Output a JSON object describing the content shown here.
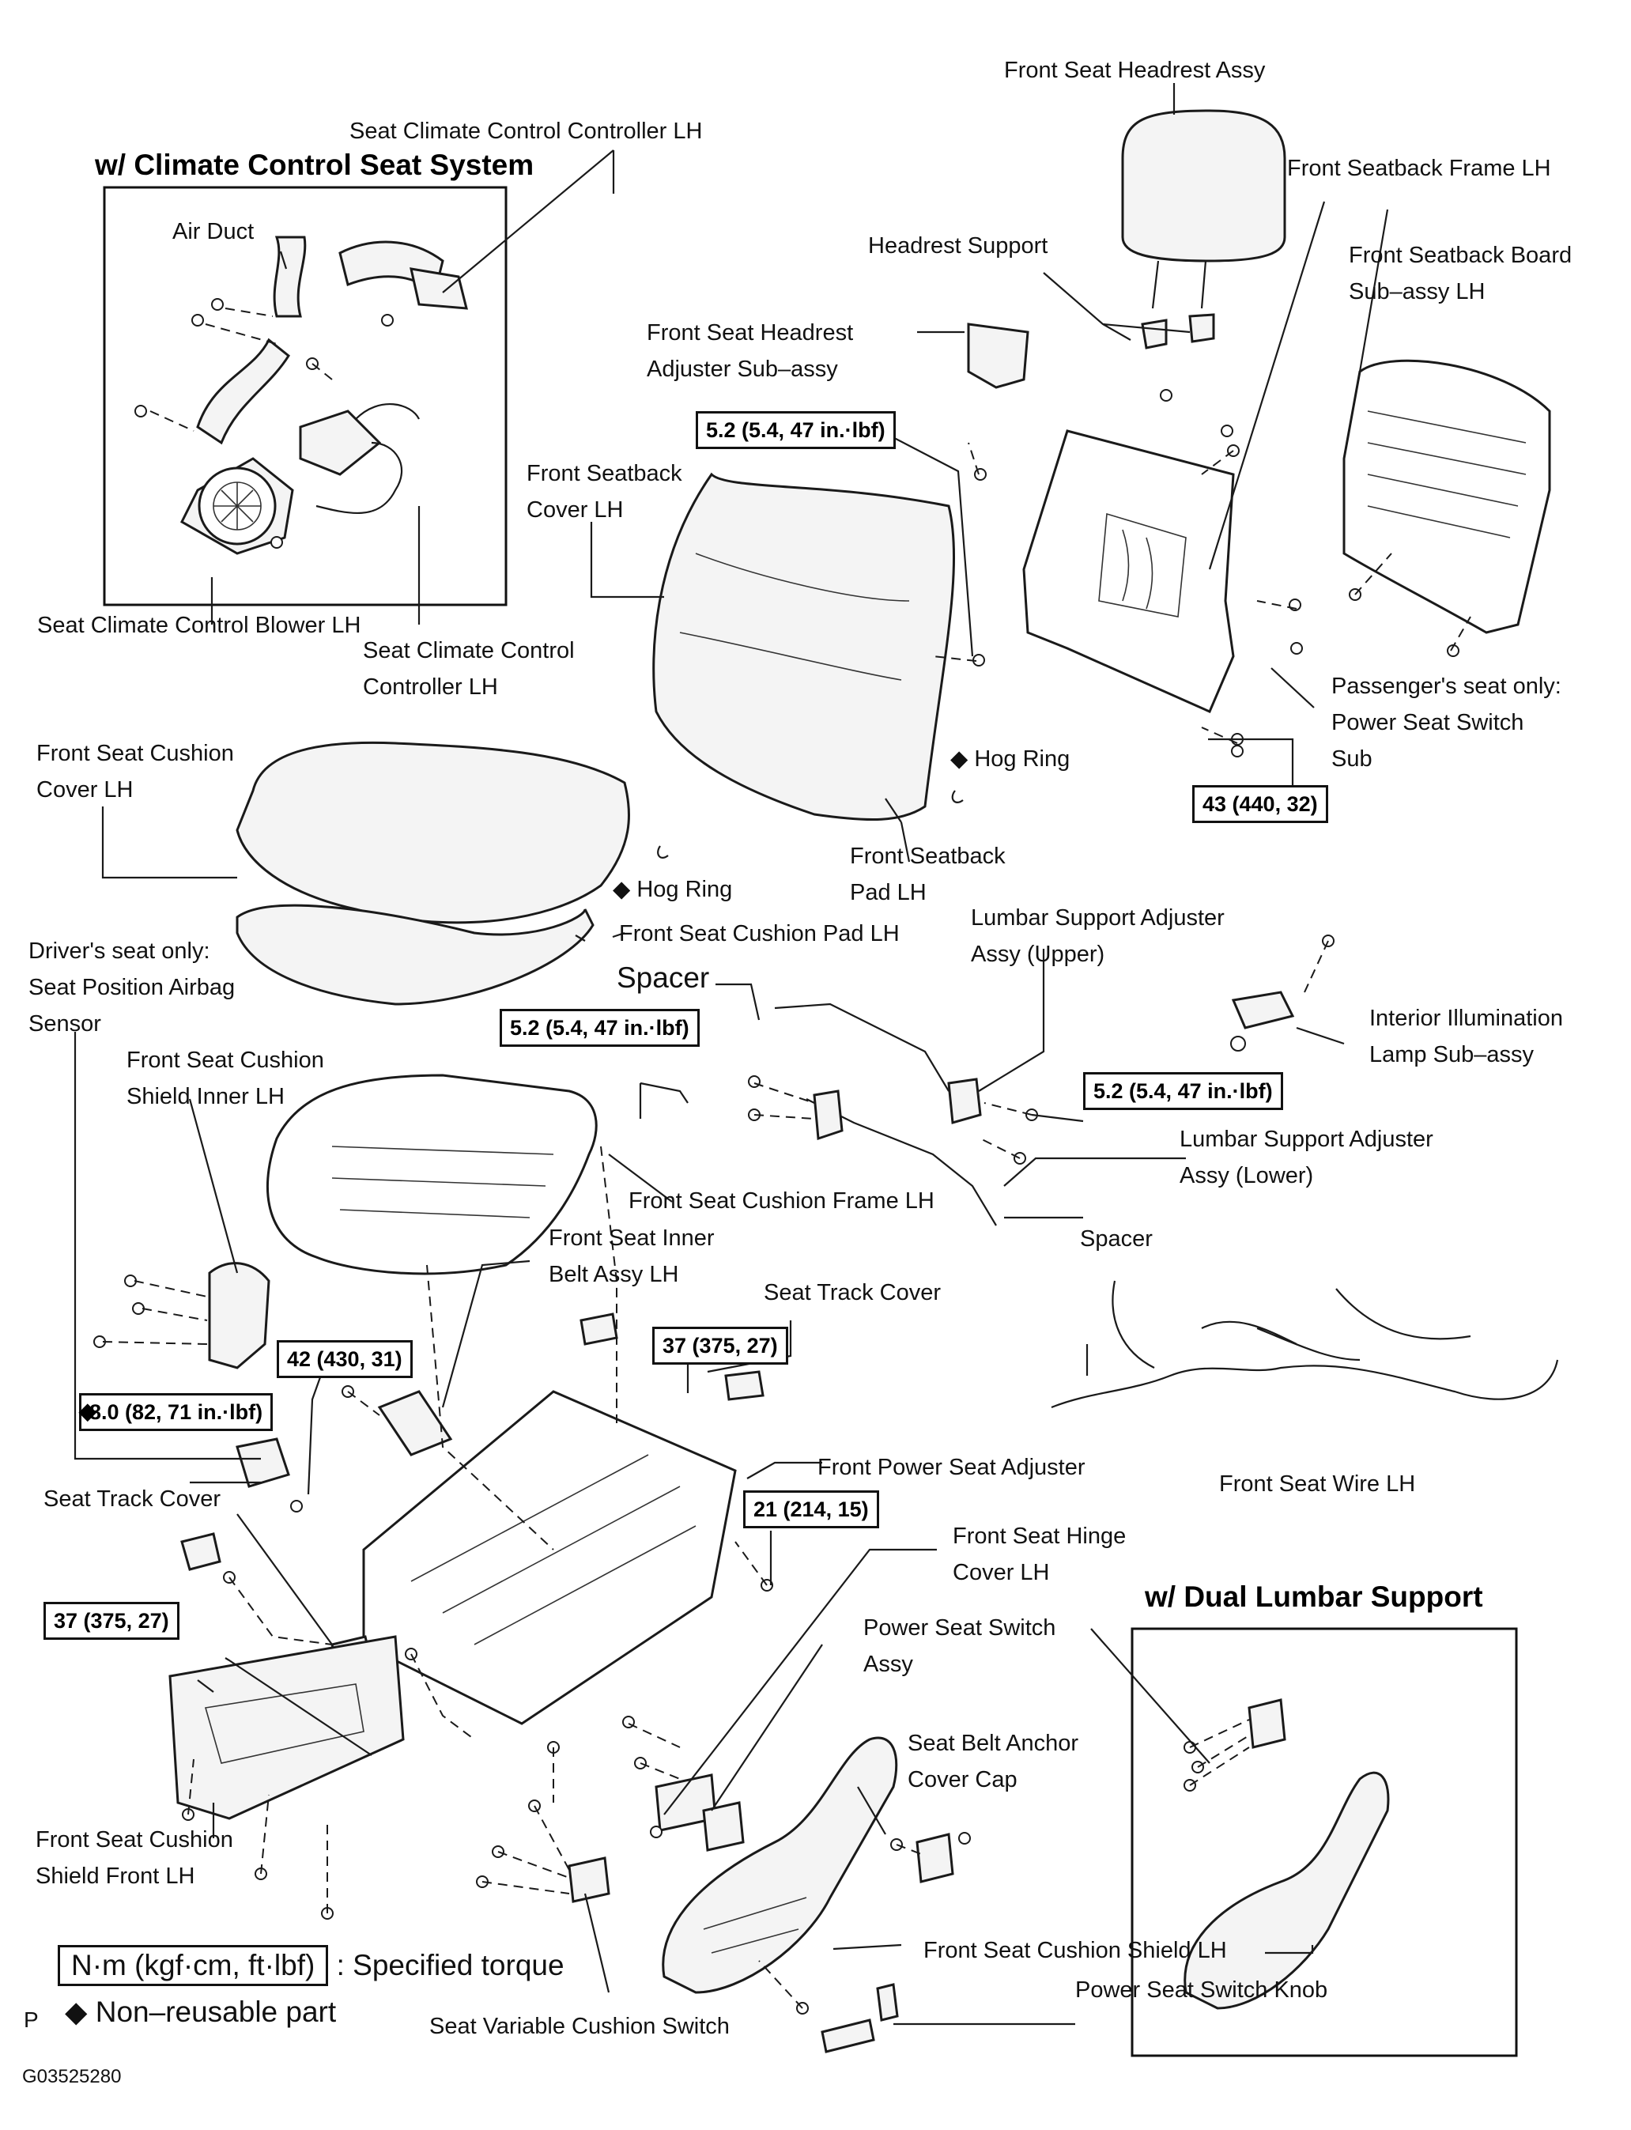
{
  "headings": {
    "climate_control": "w/ Climate Control Seat System",
    "dual_lumbar": "w/ Dual Lumbar Support"
  },
  "labels": {
    "front_seat_headrest_assy": "Front Seat Headrest Assy",
    "seat_climate_control_controller_lh_top": "Seat Climate Control Controller LH",
    "front_seatback_frame_lh": "Front Seatback Frame LH",
    "air_duct": "Air Duct",
    "headrest_support": "Headrest Support",
    "front_seatback_board": "Front Seatback Board\nSub–assy LH",
    "front_seat_headrest_adjuster": "Front Seat Headrest\nAdjuster Sub–assy",
    "front_seatback_cover_lh": "Front Seatback\nCover LH",
    "seat_climate_control_blower_lh": "Seat Climate Control Blower LH",
    "seat_climate_control_controller_lh_bottom": "Seat Climate Control\nController LH",
    "passenger_seat_only": "Passenger's seat only:\nPower Seat Switch\nSub",
    "front_seat_cushion_cover_lh": "Front Seat Cushion\nCover LH",
    "hog_ring_upper": "◆ Hog Ring",
    "hog_ring_lower": "◆ Hog Ring",
    "front_seatback_pad_lh": "Front  Seatback\nPad LH",
    "drivers_seat_only": "Driver's seat only:\nSeat Position Airbag\nSensor",
    "front_seat_cushion_pad_lh": "Front Seat Cushion Pad LH",
    "lumbar_support_adjuster_upper": "Lumbar Support Adjuster\nAssy (Upper)",
    "spacer_upper": "Spacer",
    "interior_illumination": "Interior Illumination\nLamp Sub–assy",
    "front_seat_cushion_shield_inner_lh": "Front Seat Cushion\nShield Inner LH",
    "lumbar_support_adjuster_lower": "Lumbar Support Adjuster\nAssy (Lower)",
    "front_seat_cushion_frame_lh": "Front Seat Cushion Frame LH",
    "spacer_lower": "Spacer",
    "front_seat_inner_belt_assy": "Front Seat Inner\nBelt Assy LH",
    "seat_track_cover_upper": "Seat Track Cover",
    "front_seat_wire_lh": "Front Seat Wire LH",
    "front_power_seat_adjuster": "Front Power Seat Adjuster",
    "seat_track_cover_lower": "Seat Track Cover",
    "front_seat_hinge_cover_lh": "Front Seat Hinge\nCover LH",
    "power_seat_switch_assy": "Power Seat Switch\nAssy",
    "seat_belt_anchor_cover_cap": "Seat Belt Anchor\nCover Cap",
    "front_seat_cushion_shield_front_lh": "Front Seat Cushion\nShield Front LH",
    "front_seat_cushion_shield_lh": "Front Seat Cushion Shield LH",
    "power_seat_switch_knob": "Power Seat Switch Knob",
    "seat_variable_cushion_switch": "Seat Variable Cushion Switch"
  },
  "torques": {
    "t_headrest_adjuster": "5.2 (5.4, 47 in.·lbf)",
    "t_seatback_frame": "43 (440, 32)",
    "t_lumbar_left": "5.2 (5.4, 47 in.·lbf)",
    "t_lumbar_right": "5.2 (5.4, 47 in.·lbf)",
    "t_inner_belt": "42 (430, 31)",
    "t_seat_track_upper": "37 (375, 27)",
    "t_airbag_sensor": "8.0 (82, 71 in.·lbf)",
    "t_power_adjuster": "21 (214, 15)",
    "t_seat_track_lower": "37 (375, 27)"
  },
  "legend": {
    "torque_unit": "N·m (kgf·cm, ft·lbf)",
    "torque_desc": ": Specified torque",
    "non_reusable": "◆ Non–reusable part",
    "p_mark": "P",
    "figure_code": "G03525280"
  }
}
